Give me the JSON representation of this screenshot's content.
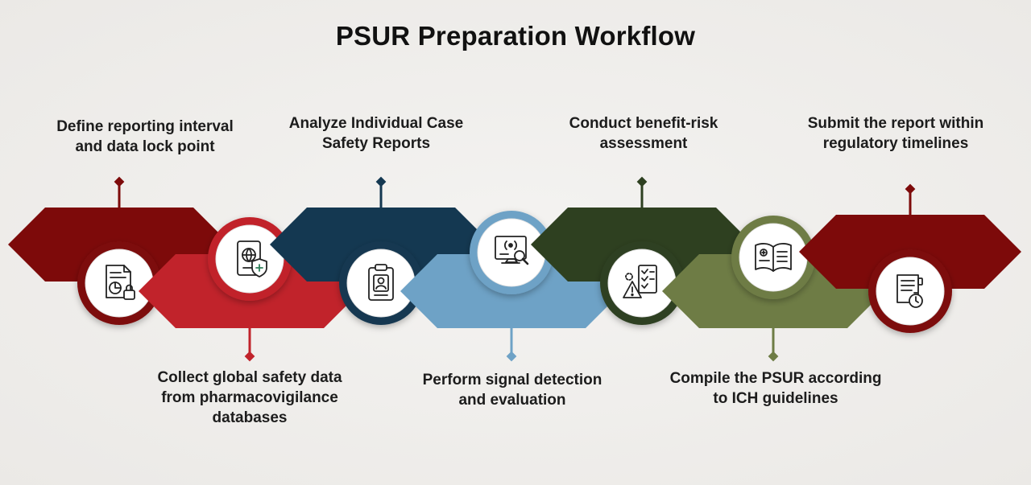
{
  "title": "PSUR Preparation Workflow",
  "steps": [
    {
      "lines": [
        "Define reporting interval",
        "and data lock point"
      ],
      "color": "#7d0a0a",
      "icon": "document-chart-lock-icon",
      "position": "top"
    },
    {
      "lines": [
        "Collect global safety data",
        "from pharmacovigilance",
        "databases"
      ],
      "color": "#c1232b",
      "icon": "passport-shield-icon",
      "position": "bottom"
    },
    {
      "lines": [
        "Analyze Individual Case",
        "Safety Reports"
      ],
      "color": "#143851",
      "icon": "id-badge-clipboard-icon",
      "position": "top"
    },
    {
      "lines": [
        "Perform signal detection",
        "and evaluation"
      ],
      "color": "#6ea2c6",
      "icon": "monitor-signal-search-icon",
      "position": "bottom"
    },
    {
      "lines": [
        "Conduct benefit-risk",
        "assessment"
      ],
      "color": "#2e4020",
      "icon": "checklist-warning-icon",
      "position": "top"
    },
    {
      "lines": [
        "Compile the PSUR according",
        "to ICH guidelines"
      ],
      "color": "#6e7c45",
      "icon": "open-book-icon",
      "position": "bottom"
    },
    {
      "lines": [
        "Submit the report within",
        "regulatory timelines"
      ],
      "color": "#7d0a0a",
      "icon": "report-stopwatch-icon",
      "position": "top"
    }
  ]
}
